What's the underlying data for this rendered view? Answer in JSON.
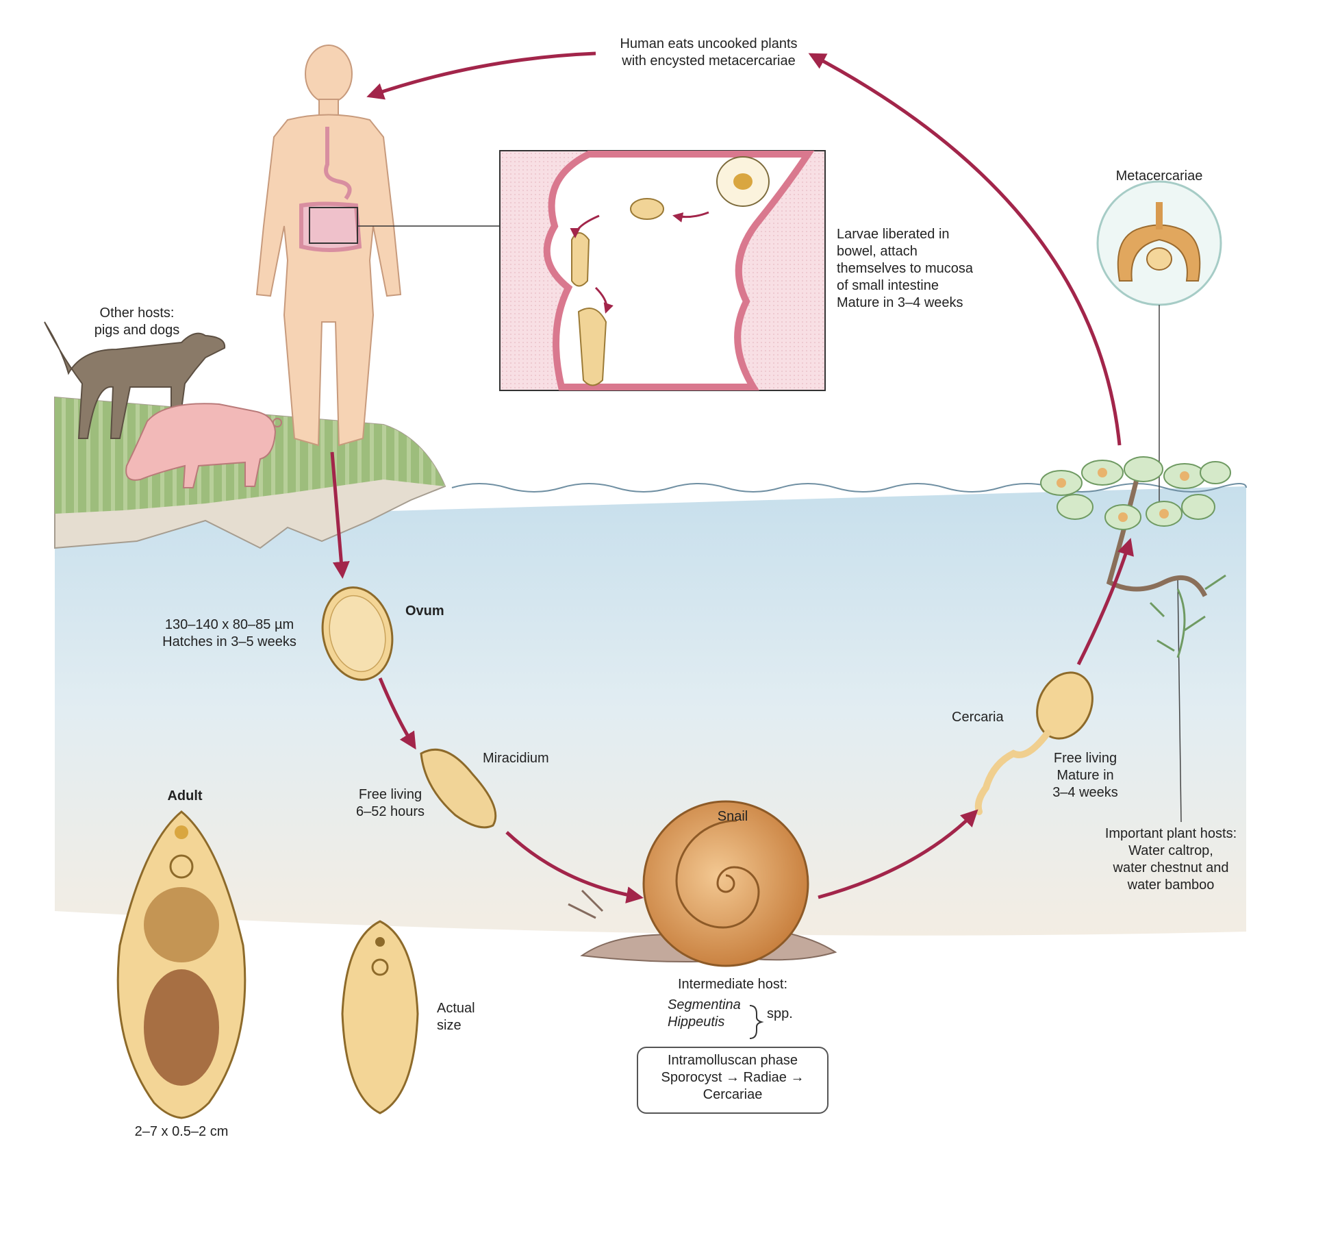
{
  "colors": {
    "arrow": "#a2254a",
    "water": "#cfe3ee",
    "sediment": "#efe6d8",
    "grass": "#8bb06c",
    "skin": "#f6d3b4",
    "intestine": "#e9aebb",
    "worm": "#f0d28a",
    "snail_shell": "#d99a55",
    "dog": "#8a7a68",
    "pig": "#f2b9b8"
  },
  "icons": [
    "human-figure",
    "dog",
    "pig",
    "snail",
    "water-plant",
    "ovum",
    "miracidium",
    "cercaria",
    "metacercaria",
    "adult-worm"
  ],
  "labels": {
    "human_eats": "Human eats uncooked plants\nwith encysted metacercariae",
    "metacercariae": "Metacercariae",
    "larvae": "Larvae liberated in\nbowel, attach\nthemselves to mucosa\nof small intestine\nMature in 3–4 weeks",
    "other_hosts": "Other hosts:\npigs and dogs",
    "ovum_title": "Ovum",
    "ovum_desc": "130–140 x 80–85 µm\nHatches in 3–5 weeks",
    "miracidium_title": "Miracidium",
    "miracidium_desc": "Free living\n6–52 hours",
    "adult_title": "Adult",
    "adult_size": "2–7 x 0.5–2 cm",
    "actual_size": "Actual\nsize",
    "snail_title": "Snail",
    "intermediate_host": "Intermediate host:",
    "genus_1": "Segmentina",
    "genus_2": "Hippeutis",
    "spp": "spp.",
    "intramolluscan": "Intramolluscan phase\nSporocyst → Radiae →\nCercariae",
    "cercaria_title": "Cercaria",
    "cercaria_desc": "Free living\nMature in\n3–4 weeks",
    "plant_hosts": "Important plant hosts:\nWater caltrop,\nwater chestnut and\nwater bamboo"
  }
}
